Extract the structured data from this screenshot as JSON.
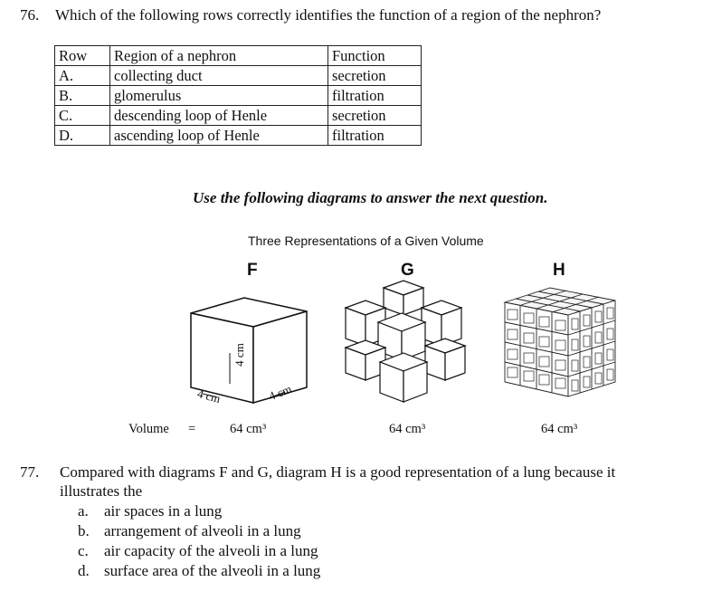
{
  "q76": {
    "number": "76.",
    "text": "Which of the following rows correctly identifies the function of a region of the nephron?",
    "table": {
      "headers": [
        "Row",
        "Region of a nephron",
        "Function"
      ],
      "rows": [
        [
          "A.",
          "collecting duct",
          "secretion"
        ],
        [
          "B.",
          "glomerulus",
          "filtration"
        ],
        [
          "C.",
          "descending loop of Henle",
          "secretion"
        ],
        [
          "D.",
          "ascending loop of Henle",
          "filtration"
        ]
      ]
    }
  },
  "instruction": "Use the following diagrams to answer the next question.",
  "diagram": {
    "title": "Three Representations of a Given Volume",
    "labels": [
      "F",
      "G",
      "H"
    ],
    "dimension_vertical": "4 cm",
    "dimension_left": "4 cm",
    "dimension_right": "4 cm",
    "volume_label": "Volume",
    "equals": "=",
    "volumes": [
      "64 cm³",
      "64 cm³",
      "64 cm³"
    ]
  },
  "q77": {
    "number": "77.",
    "line1": "Compared with diagrams F and G, diagram H is a good representation of a lung because it",
    "line2": "illustrates the",
    "options": [
      {
        "letter": "a.",
        "text": "air spaces in a lung"
      },
      {
        "letter": "b.",
        "text": "arrangement of alveoli in a lung"
      },
      {
        "letter": "c.",
        "text": "air capacity of the alveoli in a lung"
      },
      {
        "letter": "d.",
        "text": "surface area of the alveoli in a lung"
      }
    ]
  }
}
